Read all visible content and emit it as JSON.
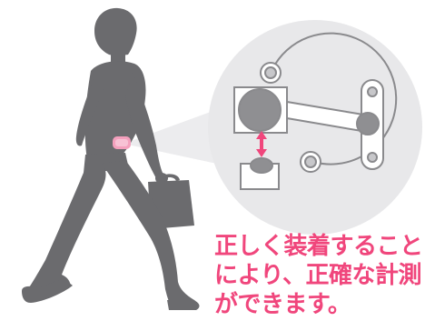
{
  "caption": {
    "lines": [
      "正しく装着すること",
      "により、正確な計測",
      "ができます。"
    ]
  },
  "colors": {
    "background": "#ffffff",
    "silhouette": "#6b6b6e",
    "zoom_circle": "#e8e8ea",
    "device_parts": "#c7c7ca",
    "device_dark": "#8f8f92",
    "outline": "#8a8a8d",
    "sensor_pink": "#f4a0bd",
    "arrow_pink": "#f0467c",
    "text_accent": "#f0467c"
  },
  "icons": {
    "person": "walking-businessman-silhouette",
    "sensor": "waist-sensor-highlight",
    "mechanism": "sensor-device-linkage",
    "arrow": "vertical-double-arrow"
  }
}
